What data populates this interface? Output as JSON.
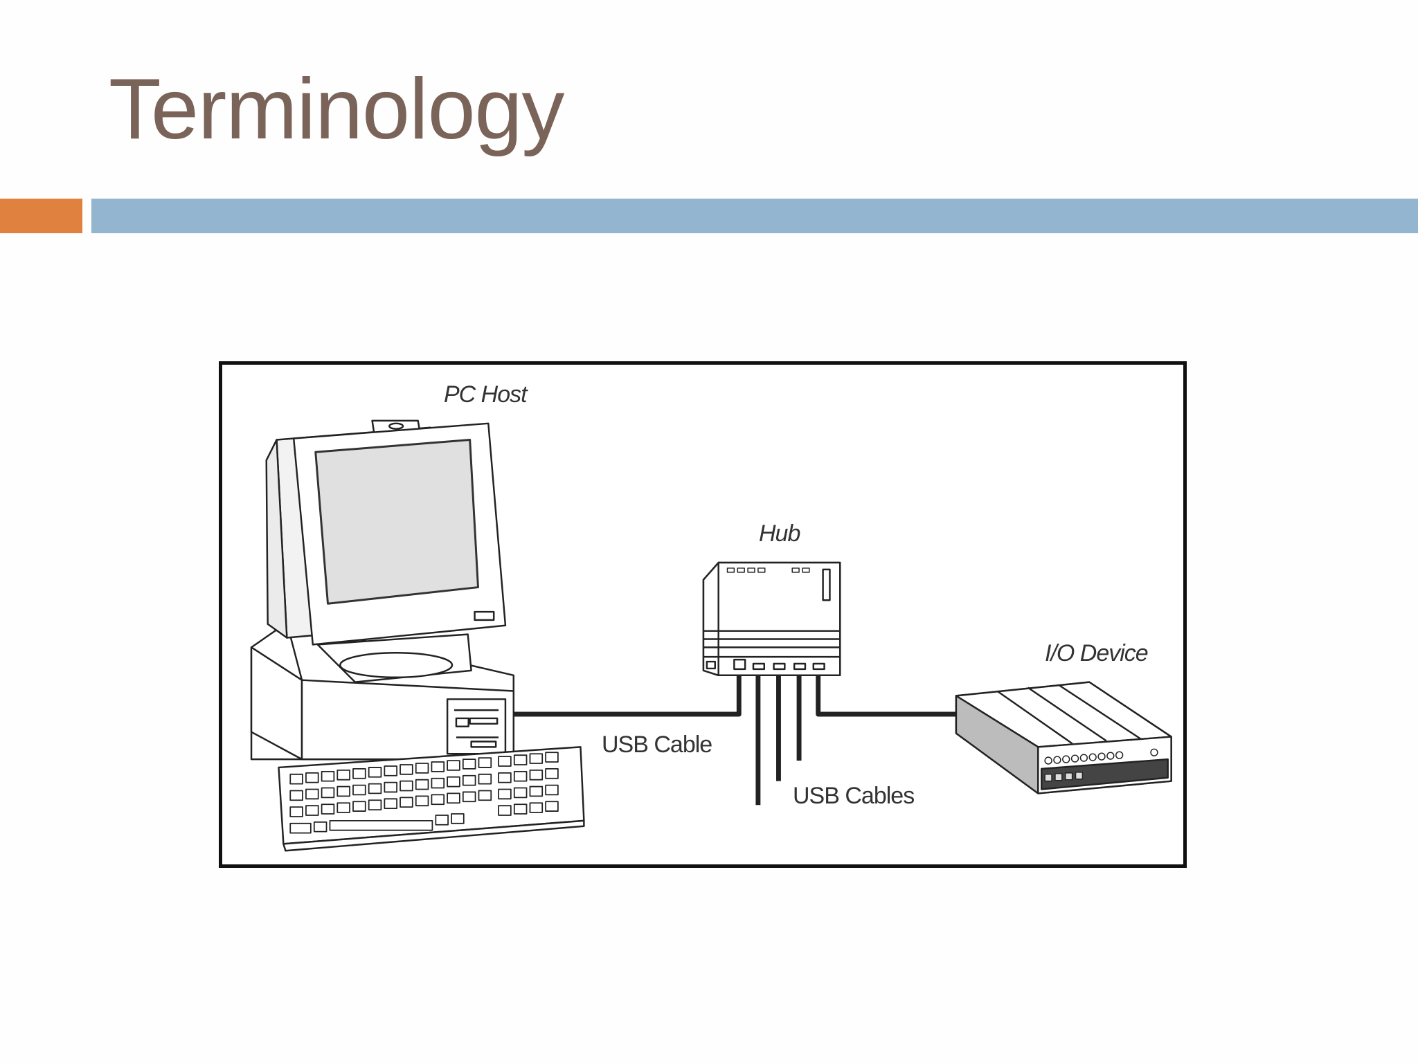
{
  "slide": {
    "title": "Terminology",
    "colors": {
      "title": "#7a6358",
      "accent": "#e0813f",
      "rule": "#93b5cf"
    }
  },
  "diagram": {
    "pc_host_label": "PC Host",
    "hub_label": "Hub",
    "io_device_label": "I/O Device",
    "usb_cable_label": "USB Cable",
    "usb_cables_label": "USB Cables"
  }
}
